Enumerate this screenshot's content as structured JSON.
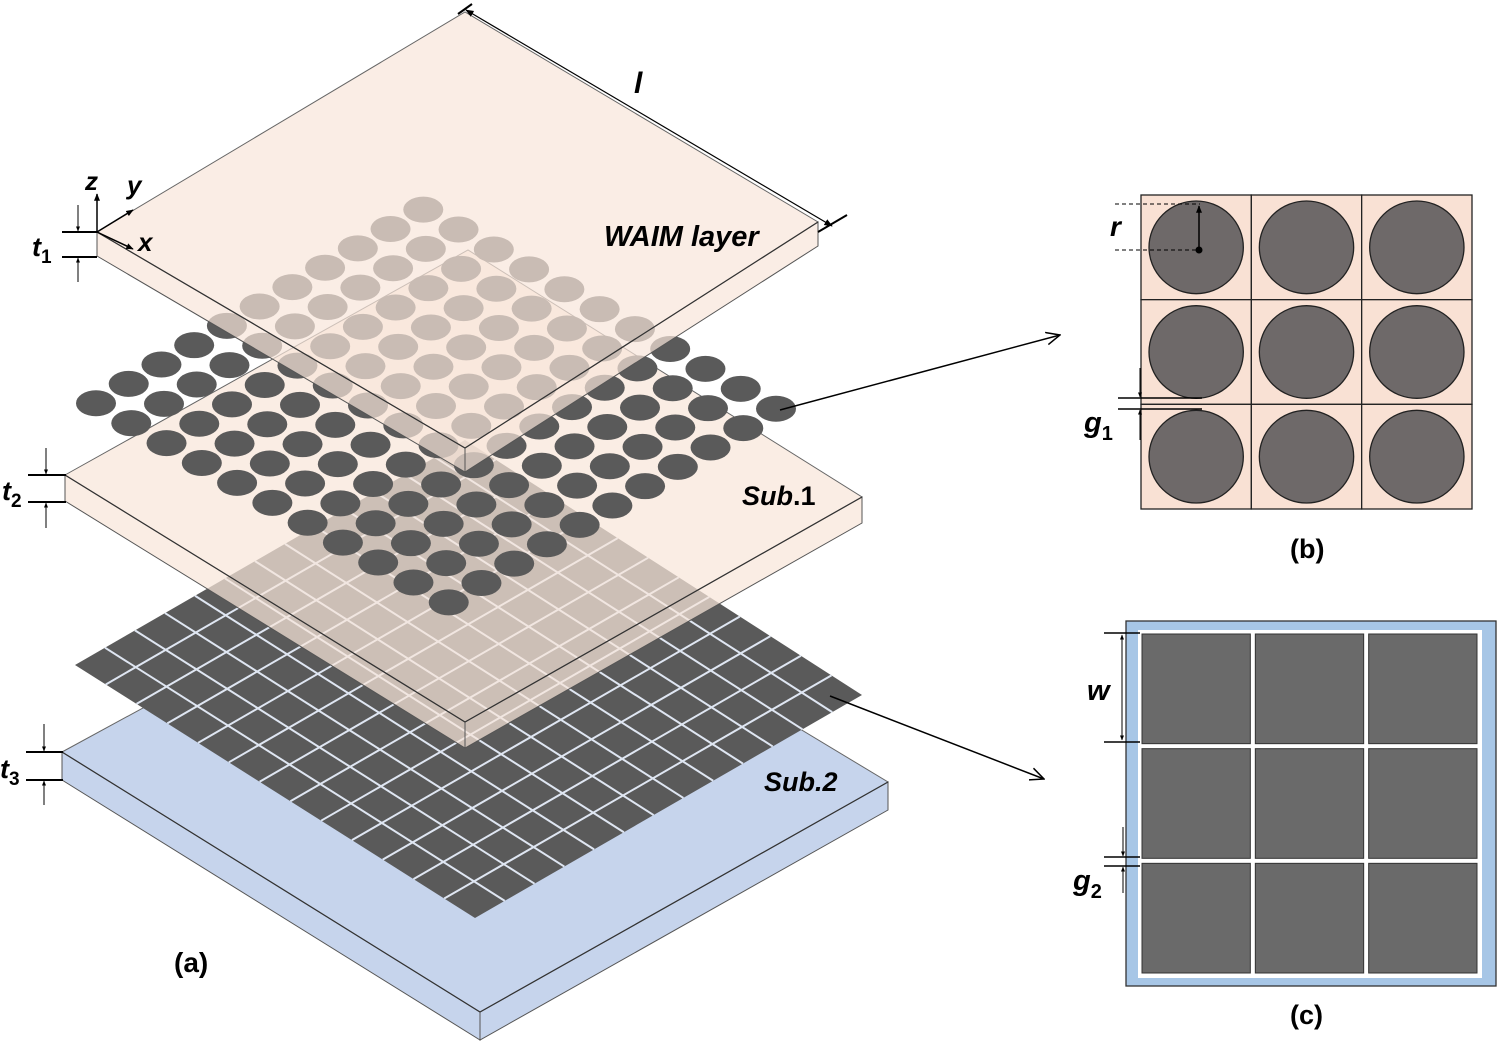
{
  "figure": {
    "panel_a": {
      "caption": "(a)",
      "layers": [
        {
          "name": "WAIM layer",
          "label": "WAIM layer",
          "color": "#f8e6da"
        },
        {
          "name": "circle-array",
          "rows": 11,
          "cols": 11,
          "color": "#5a5a5a"
        },
        {
          "name": "Sub.1",
          "label_italic": "Sub",
          "label_rest": ".1",
          "color": "#f8e6da"
        },
        {
          "name": "patch-array",
          "rows": 13,
          "cols": 13,
          "color": "#5a5a5a"
        },
        {
          "name": "Sub.2",
          "label_italic": "Sub.2",
          "color": "#c6d4ec"
        }
      ],
      "dims": {
        "length": "l",
        "t1": "t",
        "t1_sub": "1",
        "t2": "t",
        "t2_sub": "2",
        "t3": "t",
        "t3_sub": "3"
      },
      "axes": {
        "z": "z",
        "y": "y",
        "x": "x"
      }
    },
    "panel_b": {
      "caption": "(b)",
      "rows": 3,
      "cols": 3,
      "cell_color": "#f9e1d4",
      "circle_color": "#6e6969",
      "dims": {
        "radius": "r",
        "gap": "g",
        "gap_sub": "1"
      }
    },
    "panel_c": {
      "caption": "(c)",
      "rows": 3,
      "cols": 3,
      "border_color": "#a7c6e6",
      "patch_color": "#6a6a6a",
      "dims": {
        "width": "w",
        "gap": "g",
        "gap_sub": "2"
      }
    }
  }
}
